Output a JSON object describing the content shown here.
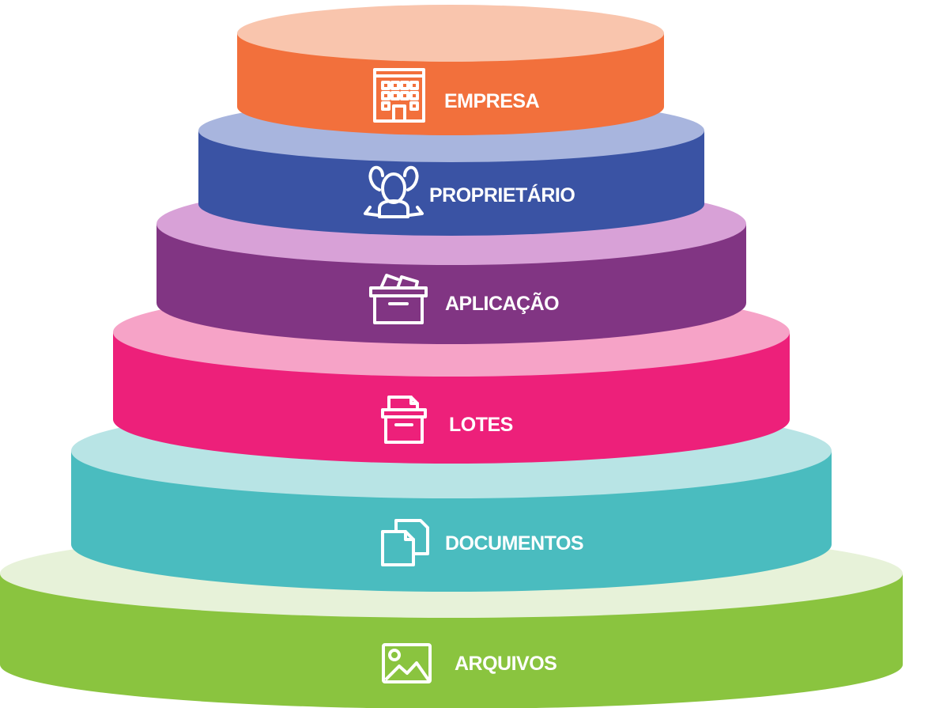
{
  "diagram": {
    "type": "stacked-cylinder-hierarchy",
    "tiers": [
      {
        "label": "EMPRESA",
        "icon": "building-icon",
        "side_color": "#F2703C",
        "top_color": "#F9C5AD"
      },
      {
        "label": "PROPRIETÁRIO",
        "icon": "users-icon",
        "side_color": "#3A53A4",
        "top_color": "#A8B5DE"
      },
      {
        "label": "APLICAÇÃO",
        "icon": "archive-box-icon",
        "side_color": "#813583",
        "top_color": "#D8A1D7"
      },
      {
        "label": "LOTES",
        "icon": "file-box-icon",
        "side_color": "#ED207A",
        "top_color": "#F6A3C7"
      },
      {
        "label": "DOCUMENTOS",
        "icon": "documents-icon",
        "side_color": "#4ABCBF",
        "top_color": "#B8E4E5"
      },
      {
        "label": "ARQUIVOS",
        "icon": "image-icon",
        "side_color": "#8AC43F",
        "top_color": "#E7F2D9"
      }
    ]
  }
}
